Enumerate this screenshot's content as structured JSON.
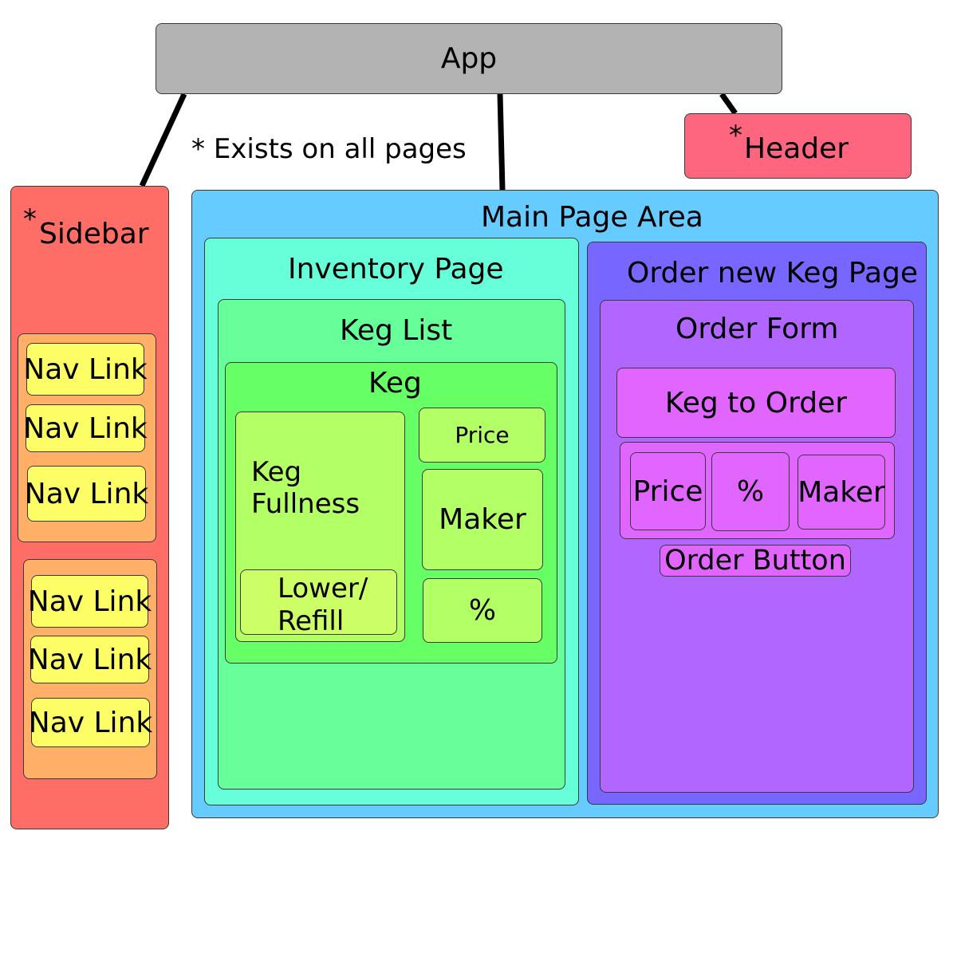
{
  "app": {
    "label": "App"
  },
  "note": {
    "star": "*",
    "text": "Exists on all pages"
  },
  "header": {
    "star": "*",
    "label": "Header"
  },
  "sidebar": {
    "star": "*",
    "label": "Sidebar",
    "groups": [
      {
        "links": [
          "Nav Link",
          "Nav Link",
          "Nav Link"
        ]
      },
      {
        "links": [
          "Nav Link",
          "Nav Link",
          "Nav Link"
        ]
      }
    ]
  },
  "main": {
    "label": "Main Page Area",
    "inventory_page": {
      "label": "Inventory Page",
      "keg_list": {
        "label": "Keg List",
        "keg": {
          "label": "Keg",
          "fullness": {
            "line1": "Keg",
            "line2": "Fullness"
          },
          "lower_refill": {
            "line1": "Lower/",
            "line2": "Refill"
          },
          "price": "Price",
          "maker": "Maker",
          "percent": "%"
        }
      }
    },
    "order_page": {
      "label": "Order new Keg Page",
      "order_form": {
        "label": "Order Form",
        "keg_to_order": "Keg to Order",
        "fields": [
          "Price",
          "%",
          "Maker"
        ],
        "order_button": "Order Button"
      }
    }
  },
  "colors": {
    "app": "#b3b3b3",
    "header": "#fe6680",
    "sidebar": "#ff6e66",
    "nav_group": "#ffb066",
    "nav_link": "#fdfd66",
    "main": "#66ccff",
    "inventory_page": "#66ffd9",
    "keg_list": "#66ff99",
    "keg": "#66ff66",
    "keg_item": "#b3ff66",
    "lower_refill": "#ccff66",
    "order_page": "#7766ff",
    "order_form": "#b066ff",
    "order_item": "#e066ff"
  }
}
